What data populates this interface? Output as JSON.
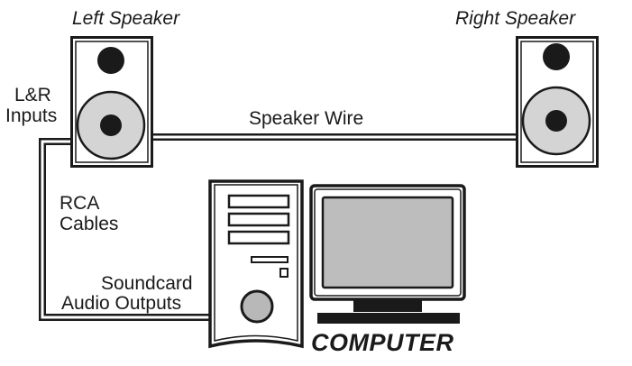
{
  "labels": {
    "left_speaker": "Left Speaker",
    "right_speaker": "Right Speaker",
    "lr_inputs_line1": "L&R",
    "lr_inputs_line2": "Inputs",
    "speaker_wire": "Speaker Wire",
    "rca_line1": "RCA",
    "rca_line2": "Cables",
    "soundcard_line1": "Soundcard",
    "soundcard_line2": "Audio Outputs",
    "computer": "COMPUTER"
  },
  "colors": {
    "stroke": "#1a1a1a",
    "speaker_fill": "#ffffff",
    "cone_fill": "#d4d4d4",
    "screen_fill": "#bdbdbd",
    "knob_fill": "#b8b8b8"
  }
}
